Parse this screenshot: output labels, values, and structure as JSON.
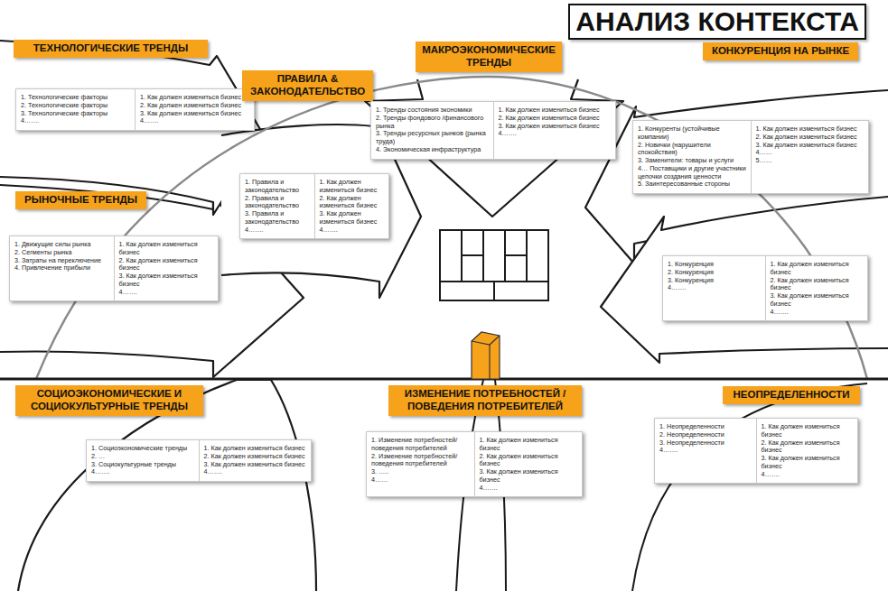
{
  "diagram": {
    "title": "АНАЛИЗ КОНТЕКСТА",
    "nodes": [
      {
        "text": [
          "ТЕХНОЛОГИЧЕСКИЕ ТРЕНДЫ"
        ]
      },
      {
        "text": [
          "1. Технологические факторы",
          "2. Технологические факторы",
          "3. Технологические факторы",
          "4…….",
          "1. Как должен измениться бизнес",
          "2. Как должен измениться бизнес",
          "3. Как должен измениться бизнес",
          "4……."
        ]
      },
      {
        "text": [
          "ПРАВИЛА & ЗАКОНОДАТЕЛЬСТВО"
        ]
      },
      {
        "text": [
          "МАКРОЭКОНОМИЧЕСКИЕ ТРЕНДЫ"
        ]
      },
      {
        "text": [
          "КОНКУРЕНЦИЯ НА РЫНКЕ"
        ]
      },
      {
        "text": [
          "1. Тренды состояния экономики",
          "2. Тренды фондового /финансового рынка",
          "3. Тренды ресурсных рынков (рынка труда)",
          "4. Экономическая инфраструктура",
          "1. Как должен измениться бизнес",
          "2. Как должен измениться бизнес",
          "3. Как должен измениться бизнес",
          "4……."
        ]
      },
      {
        "text": [
          "1. Конкуренты (устойчивые компании)",
          "2. Новички (нарушители спокойствия)",
          "3. Заменители: товары и услуги",
          "4… Поставщики и другие участники цепочки создания ценности",
          "5. Заинтересованные стороны",
          "1. Как должен измениться бизнес",
          "2. Как должен измениться бизнес",
          "3. Как должен измениться бизнес",
          "4……",
          "5……"
        ]
      },
      {
        "text": [
          "1. Правила и законодательство",
          "2. Правила и законодательство",
          "3. Правила и законодательство",
          "4…….",
          "1. Как должен измениться бизнес",
          "2. Как должен измениться бизнес",
          "3. Как должен измениться бизнес",
          "4……."
        ]
      },
      {
        "text": [
          "РЫНОЧНЫЕ ТРЕНДЫ"
        ]
      },
      {
        "text": [
          "1. Движущие силы рынка",
          "2. Сегменты рынка",
          "3. Затраты на переключение",
          "4. Привлечение прибыли",
          "1. Как должен измениться бизнес",
          "2. Как должен измениться бизнес",
          "3. Как должен измениться бизнес",
          "4……."
        ]
      },
      {
        "text": [
          "1. Конкуренция",
          "2. Конкуренция",
          "3. Конкуренция",
          "4…….",
          "1. Как должен измениться бизнес",
          "2. Как должен измениться бизнес",
          "3. Как должен измениться бизнес",
          "4……."
        ]
      },
      {
        "text": [
          "СОЦИОЭКОНОМИЧЕСКИЕ И СОЦИОКУЛЬТУРНЫЕ ТРЕНДЫ"
        ]
      },
      {
        "text": [
          "ИЗМЕНЕНИЕ ПОТРЕБНОСТЕЙ / ПОВЕДЕНИЯ ПОТРЕБИТЕЛЕЙ"
        ]
      },
      {
        "text": [
          "НЕОПРЕДЕЛЕННОСТИ"
        ]
      },
      {
        "text": [
          "1. Неопределенности",
          "2. Неопределенности",
          "3. Неопределенности",
          "4…….",
          "1. Как должен измениться бизнес",
          "2. Как должен измениться бизнес",
          "3. Как должен измениться бизнес",
          "4……."
        ]
      },
      {
        "text": [
          "1. Изменение потребностей/ поведения потребителей",
          "2. Изменение потребностей/ поведения потребителей",
          "3. …..",
          "4……",
          "1. Как должен измениться бизнес",
          "2. Как должен измениться бизнес",
          "3. Как должен измениться бизнес",
          "4……."
        ]
      },
      {
        "text": [
          "1. Социоэкономические тренды",
          "2. …",
          "3. Социокультурные тренды",
          "4…….",
          "1. Как должен измениться бизнес",
          "2. Как должен измениться бизнес",
          "3. Как должен измениться бизнес",
          "4……."
        ]
      }
    ]
  }
}
